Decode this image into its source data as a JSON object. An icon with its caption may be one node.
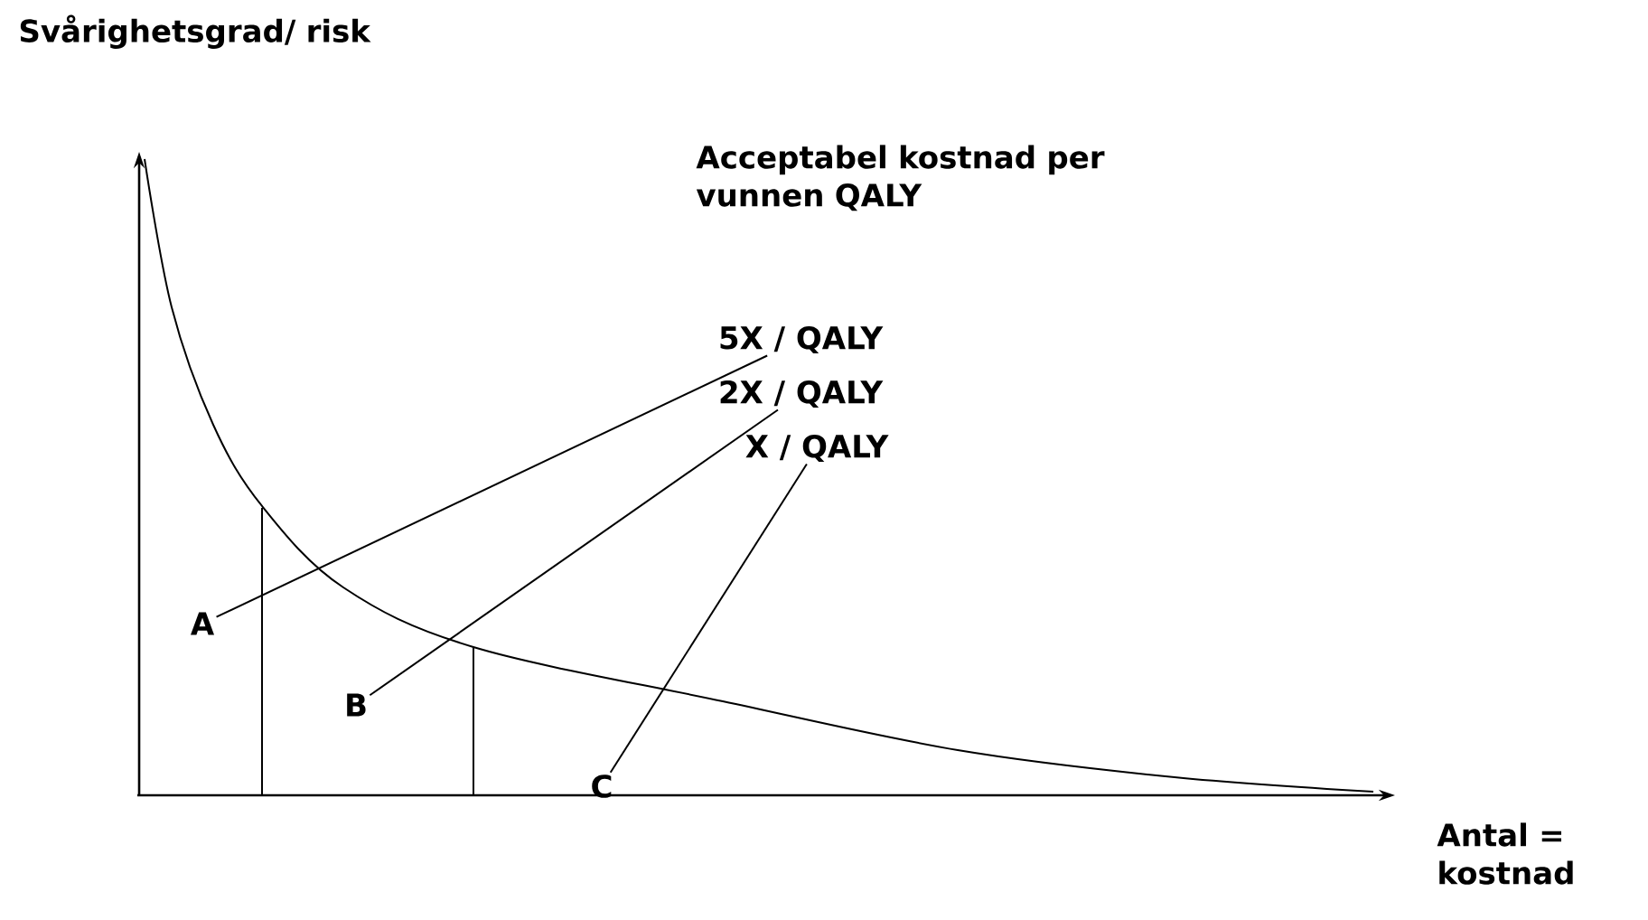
{
  "diagram": {
    "nodes": [
      {
        "text": [
          "A"
        ]
      },
      {
        "text": [
          "B"
        ]
      },
      {
        "text": [
          "C"
        ]
      },
      {
        "text": [
          "5X / QALY"
        ]
      },
      {
        "text": [
          "2X / QALY"
        ]
      },
      {
        "text": [
          "X / QALY"
        ]
      }
    ],
    "edges": [
      {
        "from": 0,
        "to": 3,
        "arrow": "none"
      },
      {
        "from": 1,
        "to": 4,
        "arrow": "none"
      },
      {
        "from": 2,
        "to": 5,
        "arrow": "none"
      }
    ],
    "labels": [
      "Svårighetsgrad/ risk",
      "Acceptabel kostnad per vunnen QALY",
      "Antal = kostnad"
    ]
  }
}
